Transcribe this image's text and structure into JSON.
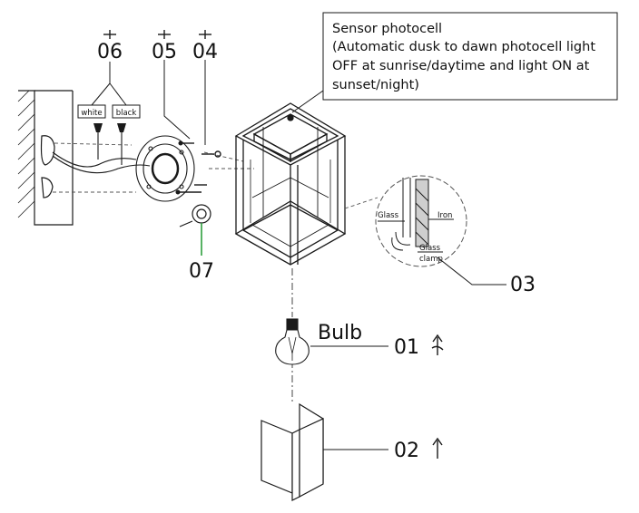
{
  "sensor_note": {
    "title": "Sensor photocell",
    "line1": "(Automatic dusk to dawn photocell light",
    "line2": "OFF at sunrise/daytime and light ON at",
    "line3": "sunset/night)"
  },
  "parts": {
    "p01": "01",
    "p02": "02",
    "p03": "03",
    "p04": "04",
    "p05": "05",
    "p06": "06",
    "p07": "07"
  },
  "bulb_label": "Bulb",
  "wire_labels": {
    "white": "white",
    "black": "black"
  },
  "detail_labels": {
    "glass": "Glass",
    "iron": "Iron",
    "glass_clamp_1": "Glass",
    "glass_clamp_2": "clamp"
  },
  "colors": {
    "line": "#1a1a1a",
    "accent_green": "#2e9e3e",
    "dim": "#777777"
  }
}
